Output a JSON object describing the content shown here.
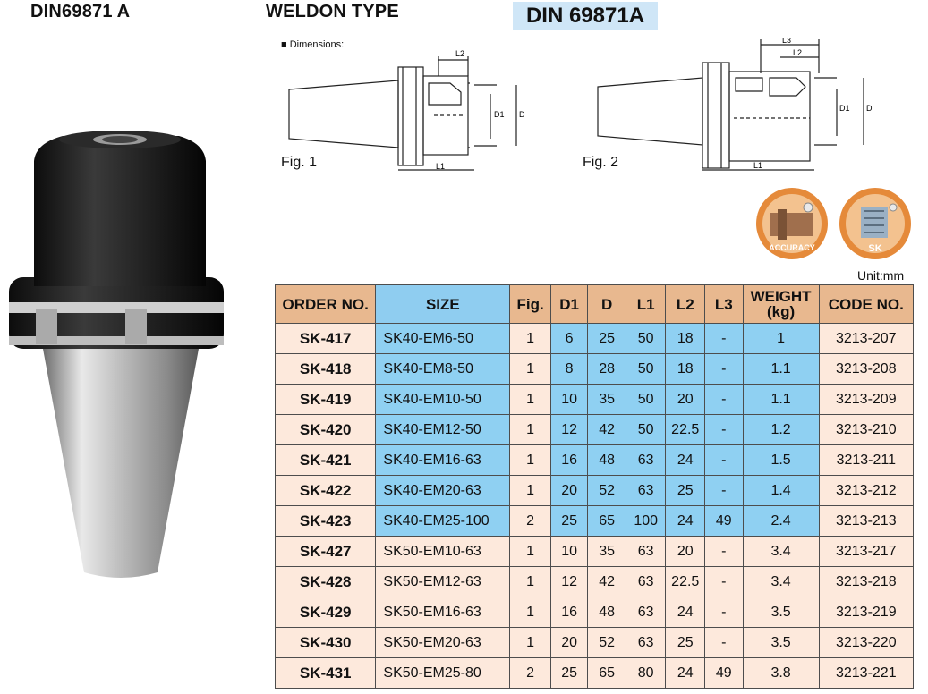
{
  "header": {
    "model": "DIN69871 A",
    "type": "WELDON TYPE",
    "standard": "DIN 69871A"
  },
  "dimensions_label": "Dimensions:",
  "figures": [
    {
      "label": "Fig. 1",
      "dims": [
        "L2",
        "D1",
        "D",
        "L1"
      ]
    },
    {
      "label": "Fig. 2",
      "dims": [
        "L3",
        "L2",
        "D1",
        "D",
        "L1"
      ]
    }
  ],
  "logos": [
    {
      "label": "ACCURACY",
      "icon": "accuracy-icon"
    },
    {
      "label": "SK",
      "icon": "sk-collet-icon"
    }
  ],
  "unit": "Unit:mm",
  "table": {
    "headers": [
      "ORDER NO.",
      "SIZE",
      "Fig.",
      "D1",
      "D",
      "L1",
      "L2",
      "L3",
      "WEIGHT (kg)",
      "CODE NO."
    ],
    "rows": [
      [
        "SK-417",
        "SK40-EM6-50",
        "1",
        "6",
        "25",
        "50",
        "18",
        "-",
        "1",
        "3213-207"
      ],
      [
        "SK-418",
        "SK40-EM8-50",
        "1",
        "8",
        "28",
        "50",
        "18",
        "-",
        "1.1",
        "3213-208"
      ],
      [
        "SK-419",
        "SK40-EM10-50",
        "1",
        "10",
        "35",
        "50",
        "20",
        "-",
        "1.1",
        "3213-209"
      ],
      [
        "SK-420",
        "SK40-EM12-50",
        "1",
        "12",
        "42",
        "50",
        "22.5",
        "-",
        "1.2",
        "3213-210"
      ],
      [
        "SK-421",
        "SK40-EM16-63",
        "1",
        "16",
        "48",
        "63",
        "24",
        "-",
        "1.5",
        "3213-211"
      ],
      [
        "SK-422",
        "SK40-EM20-63",
        "1",
        "20",
        "52",
        "63",
        "25",
        "-",
        "1.4",
        "3213-212"
      ],
      [
        "SK-423",
        "SK40-EM25-100",
        "2",
        "25",
        "65",
        "100",
        "24",
        "49",
        "2.4",
        "3213-213"
      ],
      [
        "SK-427",
        "SK50-EM10-63",
        "1",
        "10",
        "35",
        "63",
        "20",
        "-",
        "3.4",
        "3213-217"
      ],
      [
        "SK-428",
        "SK50-EM12-63",
        "1",
        "12",
        "42",
        "63",
        "22.5",
        "-",
        "3.4",
        "3213-218"
      ],
      [
        "SK-429",
        "SK50-EM16-63",
        "1",
        "16",
        "48",
        "63",
        "24",
        "-",
        "3.5",
        "3213-219"
      ],
      [
        "SK-430",
        "SK50-EM20-63",
        "1",
        "20",
        "52",
        "63",
        "25",
        "-",
        "3.5",
        "3213-220"
      ],
      [
        "SK-431",
        "SK50-EM25-80",
        "2",
        "25",
        "65",
        "80",
        "24",
        "49",
        "3.8",
        "3213-221"
      ]
    ],
    "highlight_rows": 7
  },
  "colors": {
    "header_bg": "#e8b88f",
    "highlight_blue": "#8fd0f2",
    "row_bg": "#fde9dc",
    "badge_bg": "#cfe6f7"
  }
}
